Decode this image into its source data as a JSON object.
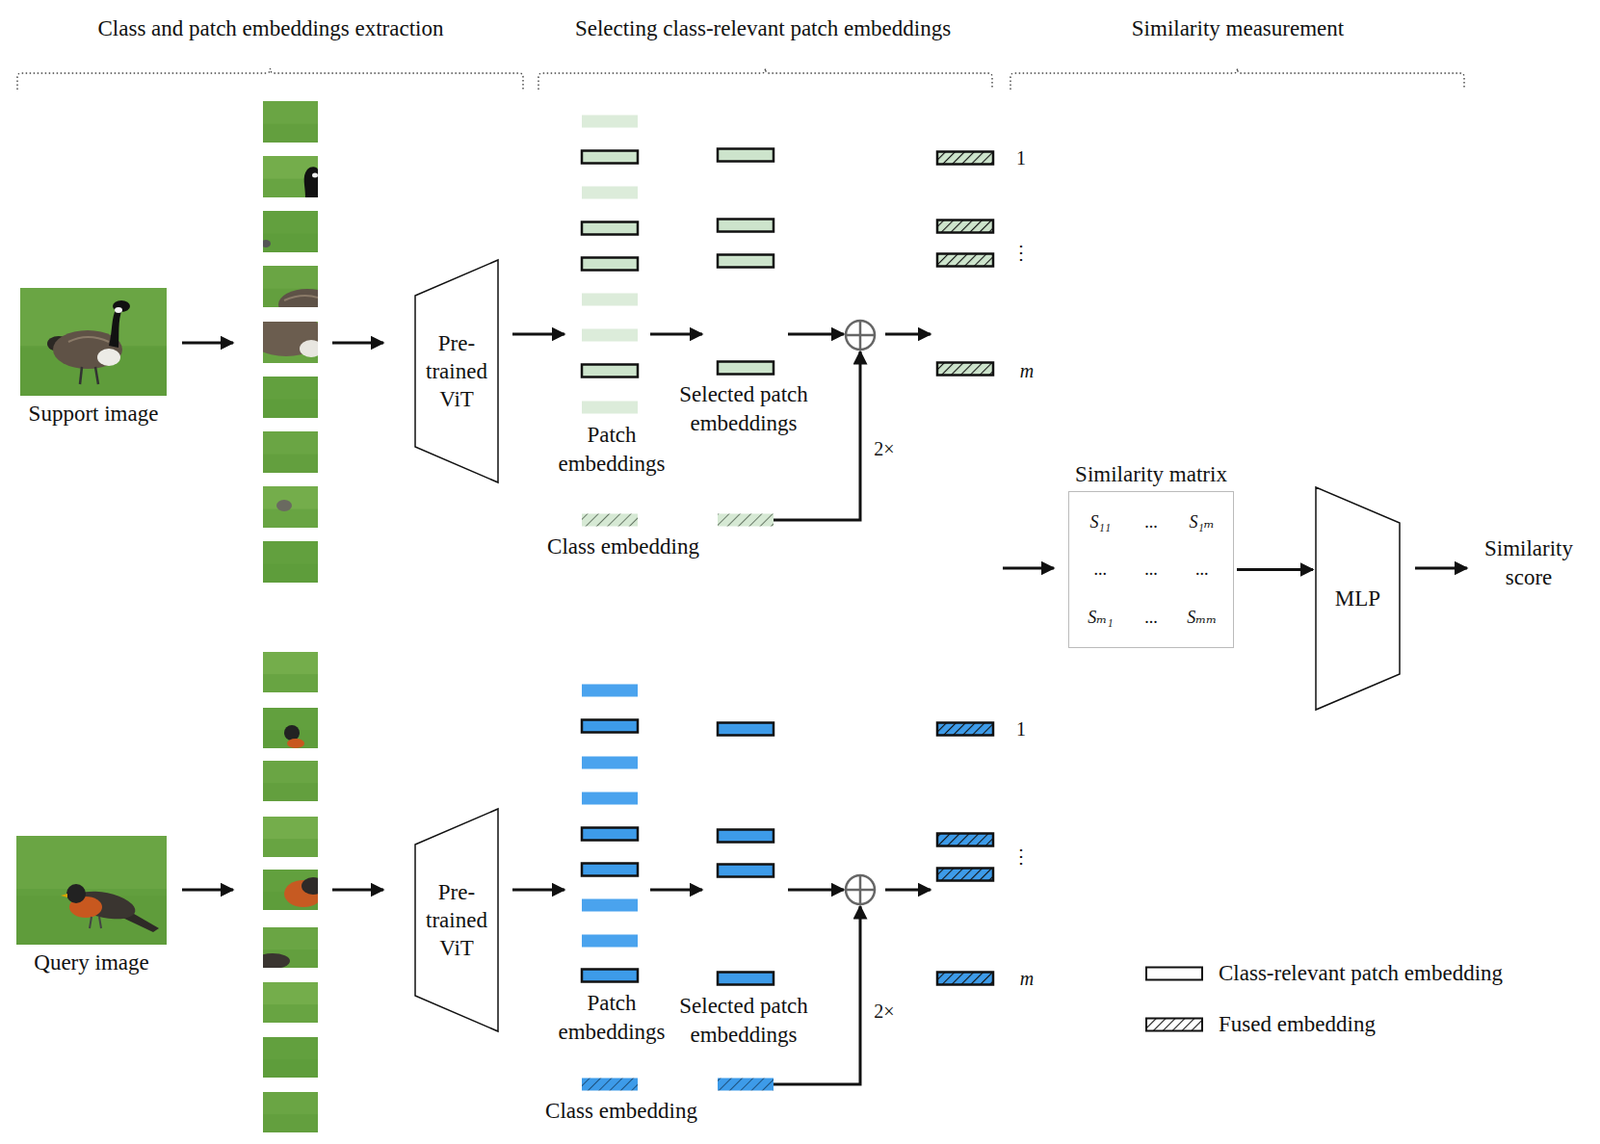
{
  "diagram": {
    "nodes": [
      {
        "text": [
          "Support image"
        ]
      },
      {
        "text": [
          "Pre-trained ViT"
        ]
      },
      {
        "text": [
          "Query image"
        ]
      },
      {
        "text": [
          "Pre-trained ViT"
        ]
      },
      {
        "text": [
          "Similarity matrix",
          "S₁₁",
          "...",
          "S₁ₘ",
          "...",
          "...",
          "...",
          "Sₘ₁",
          "...",
          "Sₘₘ"
        ]
      },
      {
        "text": [
          "MLP"
        ]
      }
    ],
    "edges": [
      {
        "from": 4,
        "to": 5,
        "arrow": "to"
      }
    ],
    "labels": [
      "Class and patch embeddings extraction",
      "Selecting class-relevant patch embeddings",
      "Similarity measurement",
      "Patch embeddings",
      "Selected patch embeddings",
      "Class embedding",
      "2×",
      "1",
      "⋮",
      "m",
      "Patch embeddings",
      "Selected patch embeddings",
      "Class embedding",
      "2×",
      "1",
      "⋮",
      "m",
      "Similarity score"
    ],
    "legend": [
      {
        "text": "Class-relevant patch embedding"
      },
      {
        "text": "Fused embedding"
      }
    ]
  }
}
